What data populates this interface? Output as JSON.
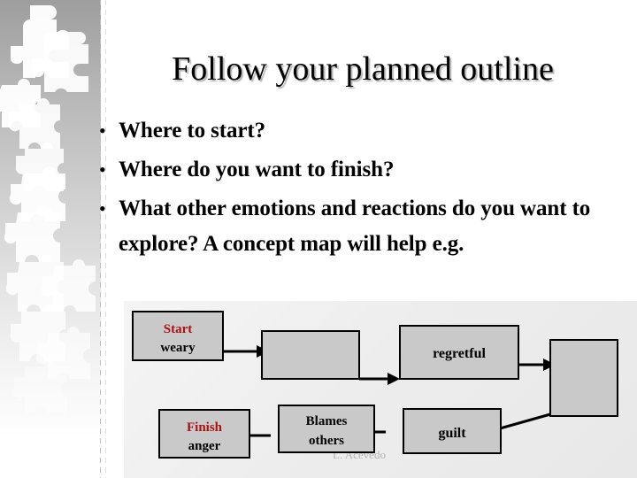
{
  "slide": {
    "title": "Follow your planned outline",
    "background_color": "#ffffff",
    "accent_color": "#aa1111",
    "node_fill_color": "#c9c9c9"
  },
  "bullets": [
    {
      "marker": "•",
      "text": "Where to start?"
    },
    {
      "marker": "•",
      "text": "Where do you want to finish?"
    },
    {
      "marker": "•",
      "text": "What other emotions and reactions do you want to explore?  A concept map will help  e.g."
    }
  ],
  "concept_map": {
    "footer": "L. Acevedo",
    "nodes": [
      {
        "id": "start",
        "label_top": "Start",
        "label_bottom": "weary"
      },
      {
        "id": "blank1",
        "label_top": "",
        "label_bottom": ""
      },
      {
        "id": "regretful",
        "label_top": "",
        "label_bottom": "regretful"
      },
      {
        "id": "blank2",
        "label_top": "",
        "label_bottom": ""
      },
      {
        "id": "finish",
        "label_top": "Finish",
        "label_bottom": "anger"
      },
      {
        "id": "blames",
        "label_top": "Blames",
        "label_bottom": "others"
      },
      {
        "id": "guilt",
        "label_top": "",
        "label_bottom": "guilt"
      }
    ]
  }
}
